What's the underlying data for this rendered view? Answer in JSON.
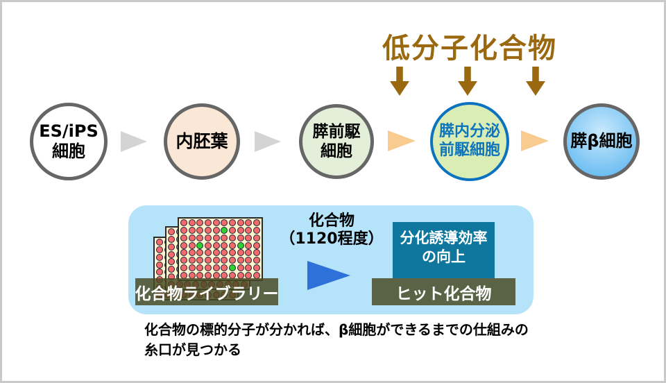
{
  "title": {
    "text": "低分子化合物",
    "color": "#9A690F"
  },
  "flow": {
    "cells": [
      {
        "label": "ES/iPS\n細胞",
        "bg": "#FFFFFF",
        "border": "#666666",
        "text_color": "#000000"
      },
      {
        "label": "内胚葉",
        "bg": "#FAE7D5",
        "border": "#666666",
        "text_color": "#000000"
      },
      {
        "label": "膵前駆\n細胞",
        "bg": "#E4EFD9",
        "border": "#666666",
        "text_color": "#000000"
      },
      {
        "label": "膵内分泌\n前駆細胞",
        "bg": "#D9EDB4",
        "border": "#0A72BE",
        "text_color": "#0E74BC"
      },
      {
        "label": "膵β細胞",
        "bg": "#C9E9FC",
        "bg_edge": "#54B2EF",
        "border": "#666666",
        "text_color": "#000000"
      }
    ],
    "arrow_colors": {
      "gray": "#D4D4D4",
      "orange": "#FACB90",
      "compound_brown": "#9A690F"
    }
  },
  "panel": {
    "bg": "#B5E3FA",
    "library_label": "化合物ライブラリー",
    "compound_note": "化合物\n（1120程度）",
    "arrow_color": "#2E71D8",
    "result_text": "分化誘導効率\nの向上",
    "result_bg": "#0F779D",
    "hit_label": "ヒット化合物",
    "bar_bg": "#494A23",
    "plate": {
      "rows": 8,
      "cols": 10,
      "plate_bg": "#FBF6CD",
      "well_red": "#F16A6C",
      "well_green": "#2ED12E",
      "green_wells": [
        [
          1,
          5
        ],
        [
          3,
          2
        ],
        [
          3,
          7
        ],
        [
          6,
          6
        ]
      ]
    }
  },
  "caption": {
    "text": "化合物の標的分子が分かれば、β細胞ができるまでの仕組みの\n糸口が見つかる"
  }
}
